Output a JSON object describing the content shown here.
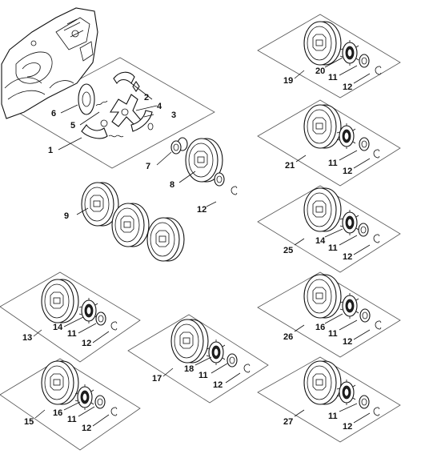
{
  "labels": {
    "n1": "1",
    "n2": "2",
    "n3": "3",
    "n4": "4",
    "n5": "5",
    "n6": "6",
    "n7": "7",
    "n8": "8",
    "n9": "9",
    "n12a": "12",
    "n13": "13",
    "n14a": "14",
    "n11a": "11",
    "n12b": "12",
    "n15": "15",
    "n16a": "16",
    "n11b": "11",
    "n12c": "12",
    "n17": "17",
    "n18": "18",
    "n11c": "11",
    "n12d": "12",
    "n19": "19",
    "n20": "20",
    "n11d": "11",
    "n12e": "12",
    "n21": "21",
    "n11e": "11",
    "n12f": "12",
    "n25": "25",
    "n14b": "14",
    "n11f": "11",
    "n12g": "12",
    "n26": "26",
    "n16b": "16",
    "n11g": "11",
    "n12h": "12",
    "n27": "27",
    "n11h": "11",
    "n12i": "12"
  },
  "icons": {
    "housing": "engine-housing-icon",
    "drum": "sprocket-drum-icon",
    "washer": "washer-icon",
    "clip": "e-clip-icon",
    "bearing": "needle-bearing-icon",
    "clutch": "clutch-assembly-icon"
  },
  "colors": {
    "line": "#111111",
    "plate": "#555555",
    "background": "#ffffff"
  }
}
